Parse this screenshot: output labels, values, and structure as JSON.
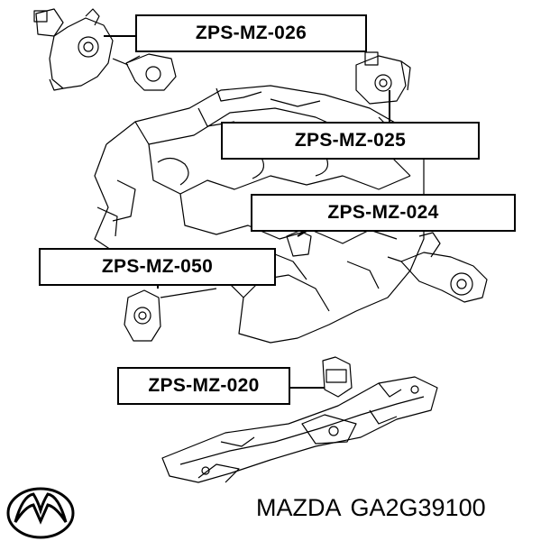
{
  "diagram": {
    "parts": [
      {
        "code": "ZPS-MZ-026",
        "name": "mount-top-left"
      },
      {
        "code": "ZPS-MZ-025",
        "name": "mount-top-right"
      },
      {
        "code": "ZPS-MZ-024",
        "name": "mount-right"
      },
      {
        "code": "ZPS-MZ-050",
        "name": "mount-left"
      },
      {
        "code": "ZPS-MZ-020",
        "name": "mount-bottom"
      }
    ]
  },
  "footer": {
    "brand": "MAZDA",
    "part_number": "GA2G39100",
    "logo_icon": "mazda-logo-icon"
  }
}
